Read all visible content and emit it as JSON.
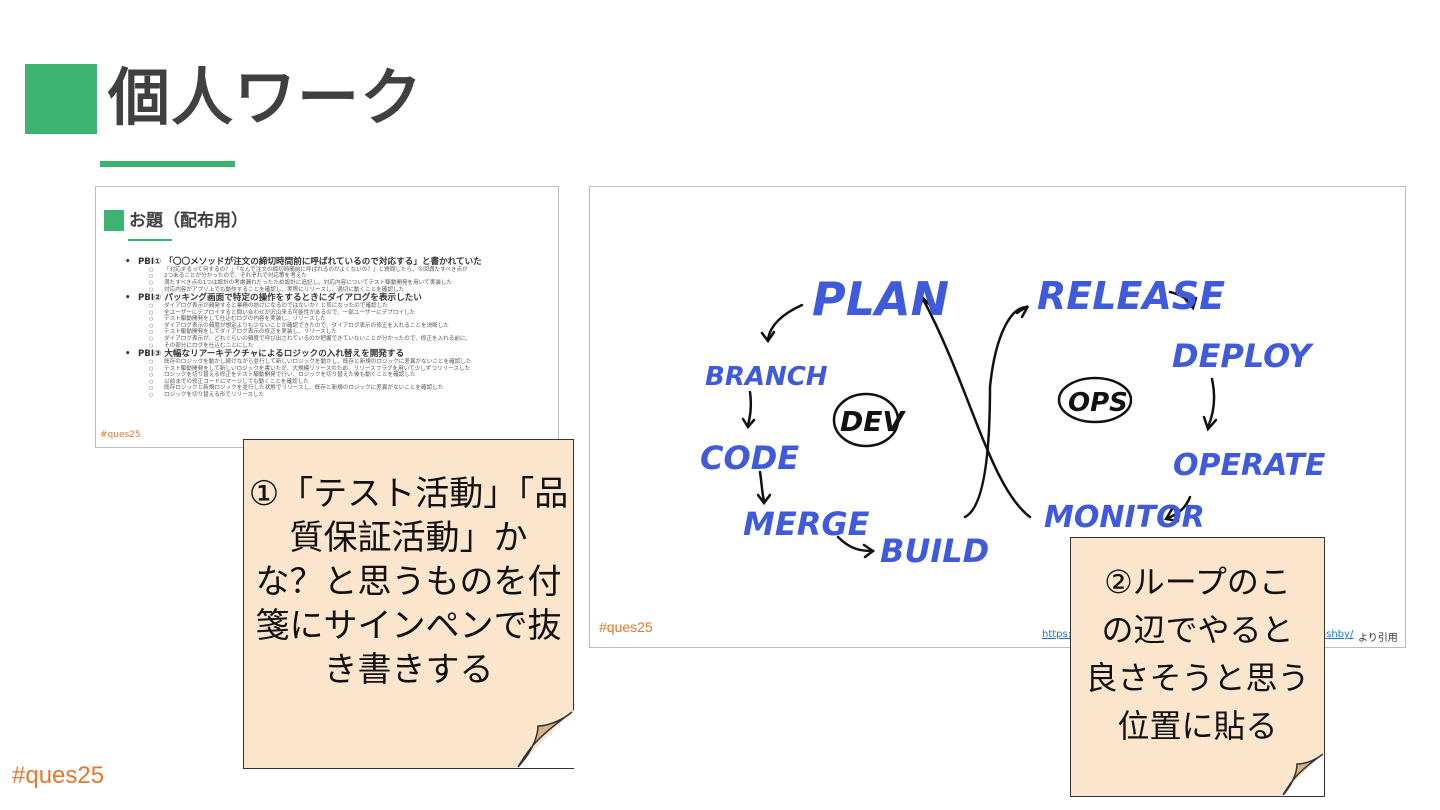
{
  "slide": {
    "title": "個人ワーク",
    "hashtag": "#ques25"
  },
  "thumbnail": {
    "title": "お題（配布用）",
    "hashtag": "#ques25",
    "items": [
      {
        "label": "PBI① 「〇〇メソッドが注文の締切時間前に呼ばれているので対応する」と書かれていた",
        "subs": [
          "「対応するって何するの？」「なんで注文の締切時間前に呼ばれるのがよくないの？」と質問したら、今回満たすべき点が",
          "2つあることが分かったので、それぞれで対応策を考えた",
          "満たすべき点の1つは設計の考慮漏れだったため設計に追記し、対応内容についてテスト駆動開発を用いて実装した",
          "対応内容がアプリ上でも動作することを確認し、実際にリリースし、適切に動くことを確認した"
        ]
      },
      {
        "label": "PBI② パッキング画面で特定の操作をするときにダイアログを表示したい",
        "subs": [
          "ダイアログ表示が頻発すると業務の妨げになるのではないか？と気になったので確認した",
          "全ユーザーにデプロイすると問い合わせが沢山来る可能性があるので、一部ユーザーにデプロイした",
          "テスト駆動開発をして仕込むログの内容を実装し、リリースした",
          "ダイアログ表示の頻度が想定よりも少ないことが確認できたので、ダイアログ表示の修正を入れることを決断した",
          "テスト駆動開発をしてダイアログ表示の修正を実装し、リリースした",
          "ダイアログ表示が、どれぐらいの頻度で呼び出されているのか把握できていないことが分かったので、修正を入れる前に、",
          "その部分にログを仕込むことにした"
        ]
      },
      {
        "label": "PBI③ 大幅なリアーキテクチャによるロジックの入れ替えを開発する",
        "subs": [
          "既存のロジックを動かし続けながら並行して新しいロジックを動かし、既存と新規のロジックに差異がないことを確認した",
          "テスト駆動開発をして新しいロジックを書いたが、大規模リリースのため、リリースフラグを用いて少しずつリリースした",
          "ロジックを切り替える修正をテスト駆動開発で行い、ロジックを切り替えた後も動くことを確認した",
          "以前までの修正コードにマージしても動くことを確認した",
          "既存ロジックと新規ロジックを並行した状態でリリースし、既存と新規のロジックに差異がないことを確認した",
          "ロジックを切り替える形でリリースした"
        ]
      }
    ]
  },
  "devops": {
    "hashtag": "#ques25",
    "credit_link_start": "https://",
    "credit_link_end": "ashby/",
    "credit_suffix": "より引用",
    "labels": {
      "plan": "PLAN",
      "branch": "BRANCH",
      "code": "CODE",
      "merge": "MERGE",
      "build": "BUILD",
      "dev": "DEV",
      "release": "RELEASE",
      "deploy": "DEPLOY",
      "operate": "OPERATE",
      "monitor": "MONITOR",
      "ops": "OPS"
    },
    "ink_color": "#3f5bdb"
  },
  "sticky_notes": [
    {
      "lines": [
        "①「テスト活動」「品",
        "質保証活動」か",
        "な？と思うものを付",
        "箋にサインペンで抜",
        "き書きする"
      ]
    },
    {
      "lines": [
        "②ループのこ",
        "の辺でやると",
        "良さそうと思う",
        "位置に貼る"
      ]
    }
  ],
  "colors": {
    "accent_green": "#3cb371",
    "hashtag_orange": "#e8762c",
    "title_gray": "#404040",
    "sticky_fill": "#fce5cd"
  }
}
